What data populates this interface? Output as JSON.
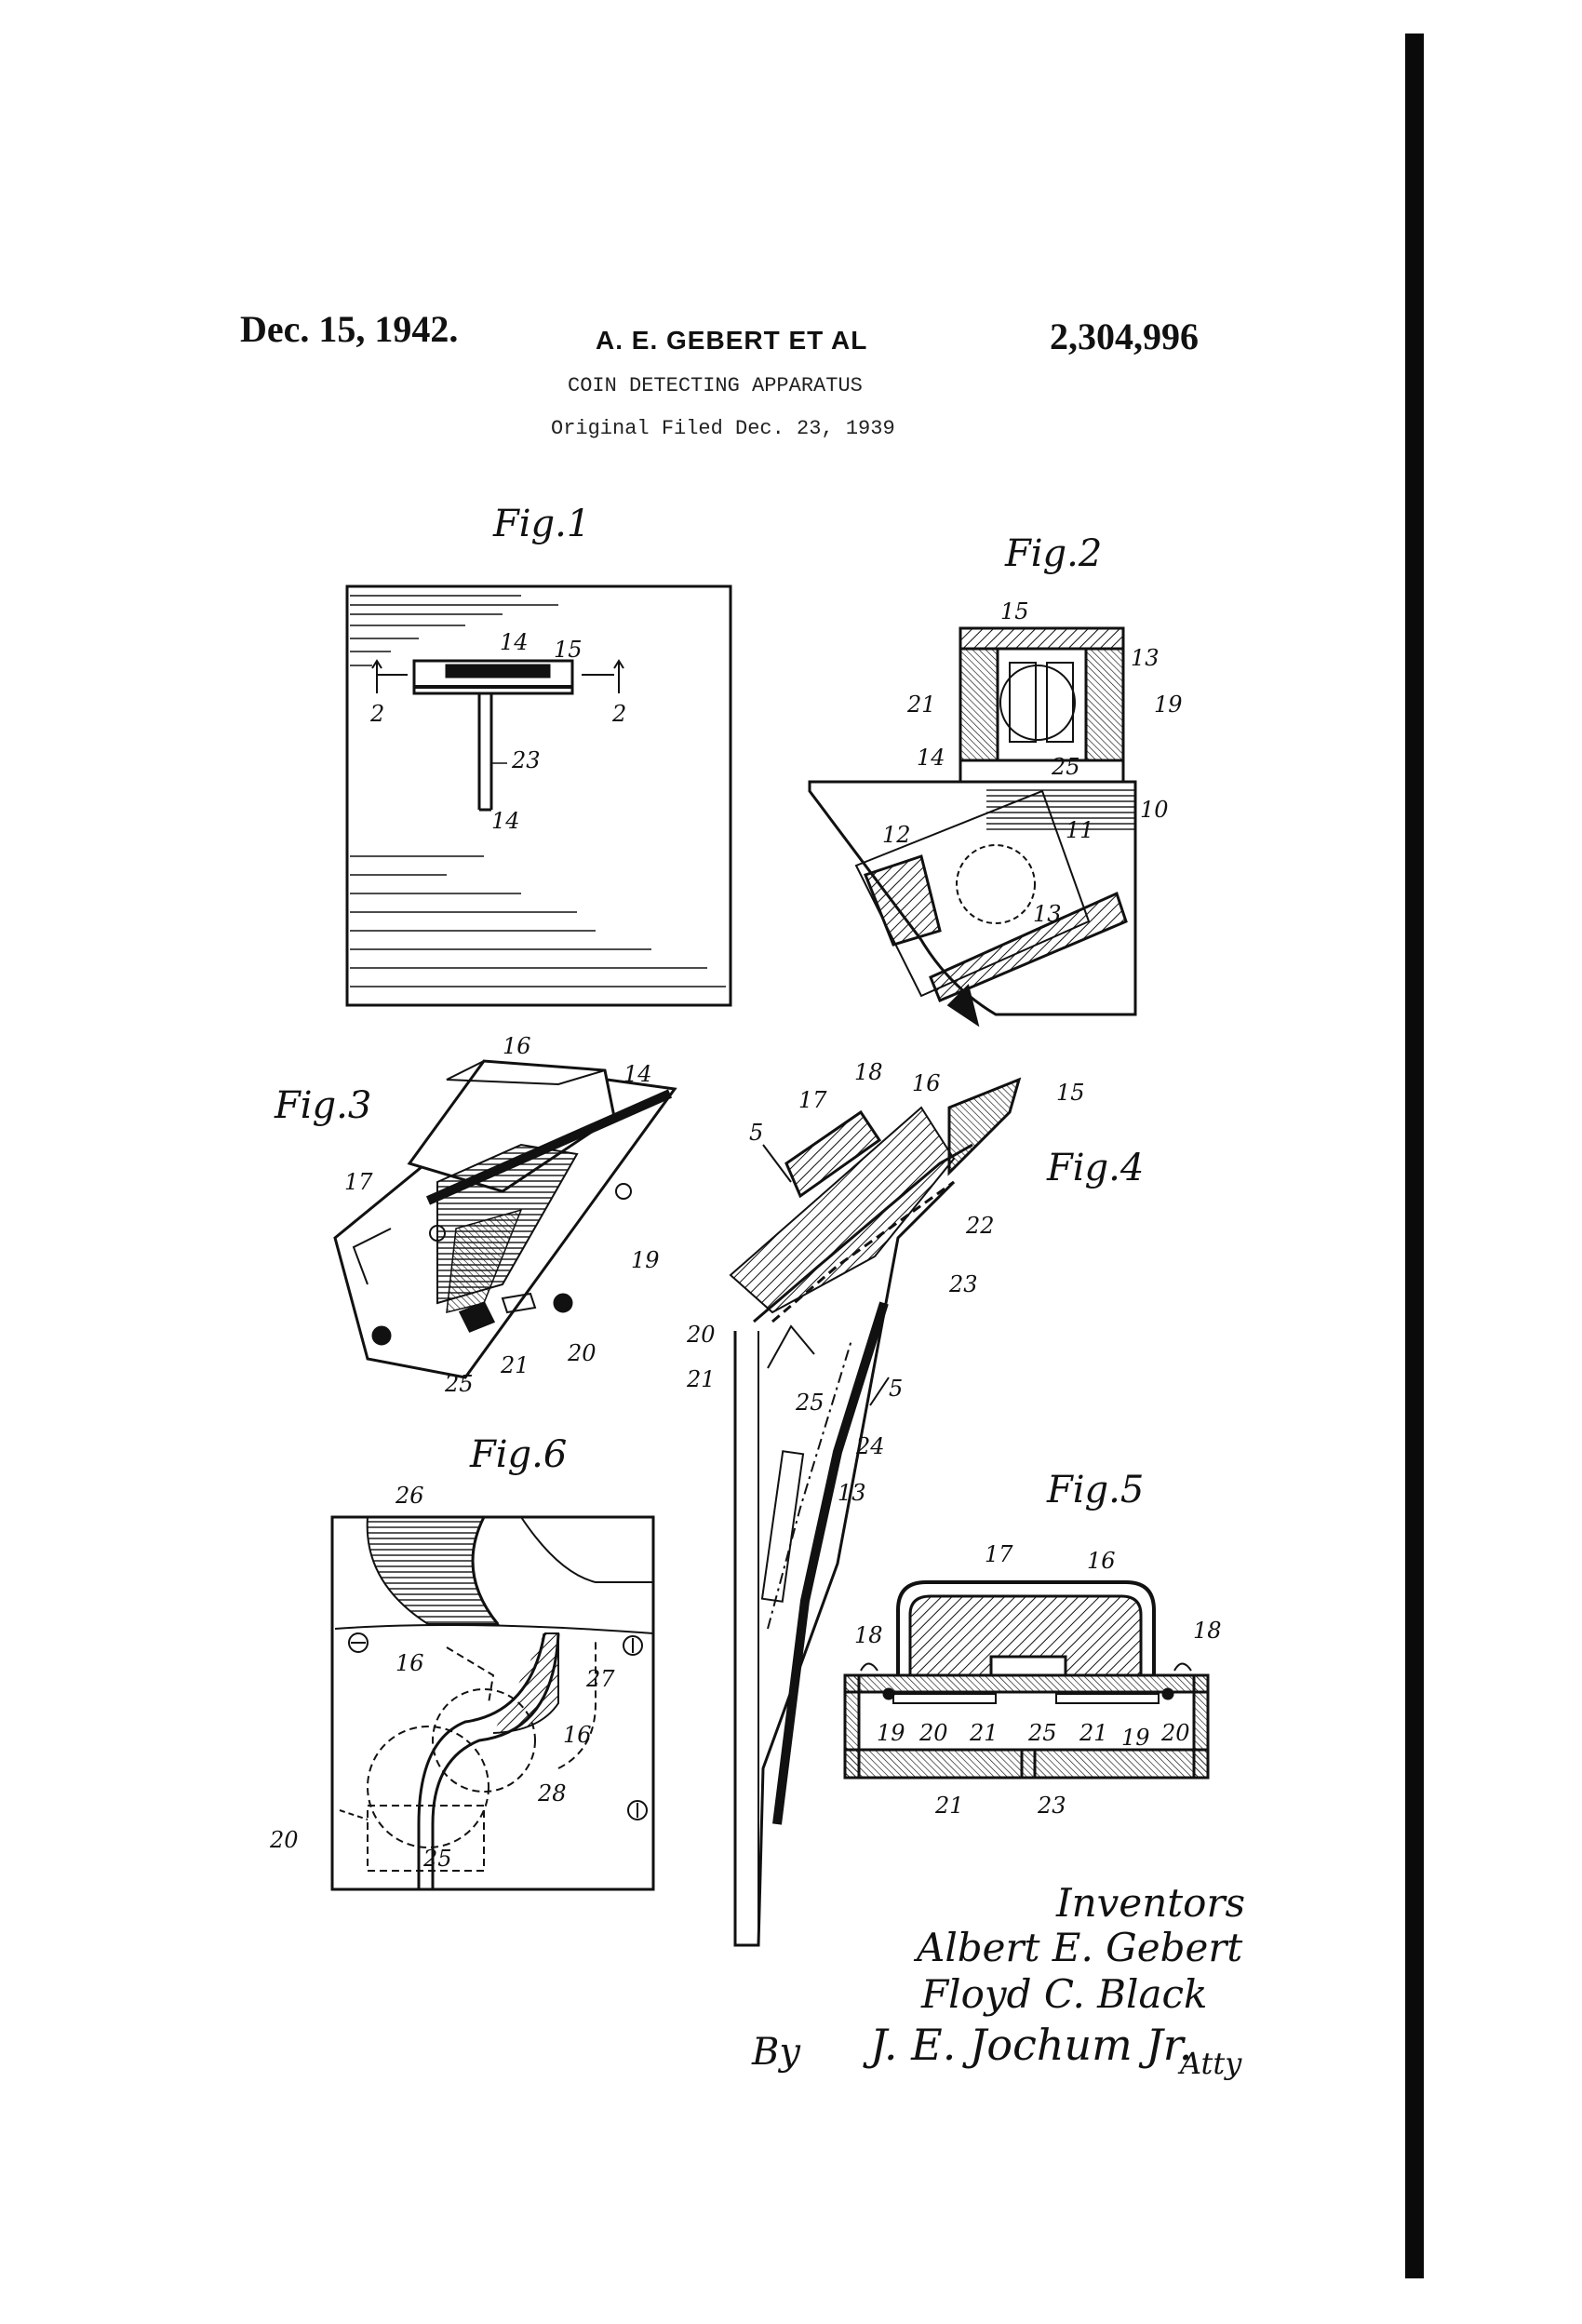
{
  "header": {
    "date": "Dec. 15, 1942.",
    "inventor_line": "A. E. GEBERT ET AL",
    "patent_number": "2,304,996",
    "title": "COIN DETECTING APPARATUS",
    "filed": "Original Filed Dec. 23, 1939"
  },
  "figures": {
    "fig1": "Fig.1",
    "fig2": "Fig.2",
    "fig3": "Fig.3",
    "fig4": "Fig.4",
    "fig5": "Fig.5",
    "fig6": "Fig.6"
  },
  "refs": {
    "fig1": [
      "14",
      "15",
      "2",
      "2",
      "23",
      "14"
    ],
    "fig2": [
      "15",
      "13",
      "19",
      "21",
      "25",
      "14",
      "10",
      "12",
      "11",
      "13"
    ],
    "fig3": [
      "16",
      "14",
      "17",
      "19",
      "25",
      "21",
      "20"
    ],
    "fig4": [
      "18",
      "16",
      "15",
      "17",
      "5",
      "22",
      "23",
      "20",
      "21",
      "25",
      "5",
      "24",
      "13"
    ],
    "fig5": [
      "17",
      "16",
      "18",
      "18",
      "19",
      "20",
      "21",
      "25",
      "21",
      "19",
      "20",
      "21",
      "23"
    ],
    "fig6": [
      "26",
      "16",
      "27",
      "16",
      "28",
      "20",
      "25"
    ]
  },
  "signature": {
    "heading": "Inventors",
    "inventor_1": "Albert E. Gebert",
    "inventor_2": "Floyd C. Black",
    "by": "By",
    "attorney": "J. E. Jochum Jr.",
    "attorney_suffix": "Atty"
  },
  "colors": {
    "ink": "#111111",
    "paper": "#ffffff"
  }
}
